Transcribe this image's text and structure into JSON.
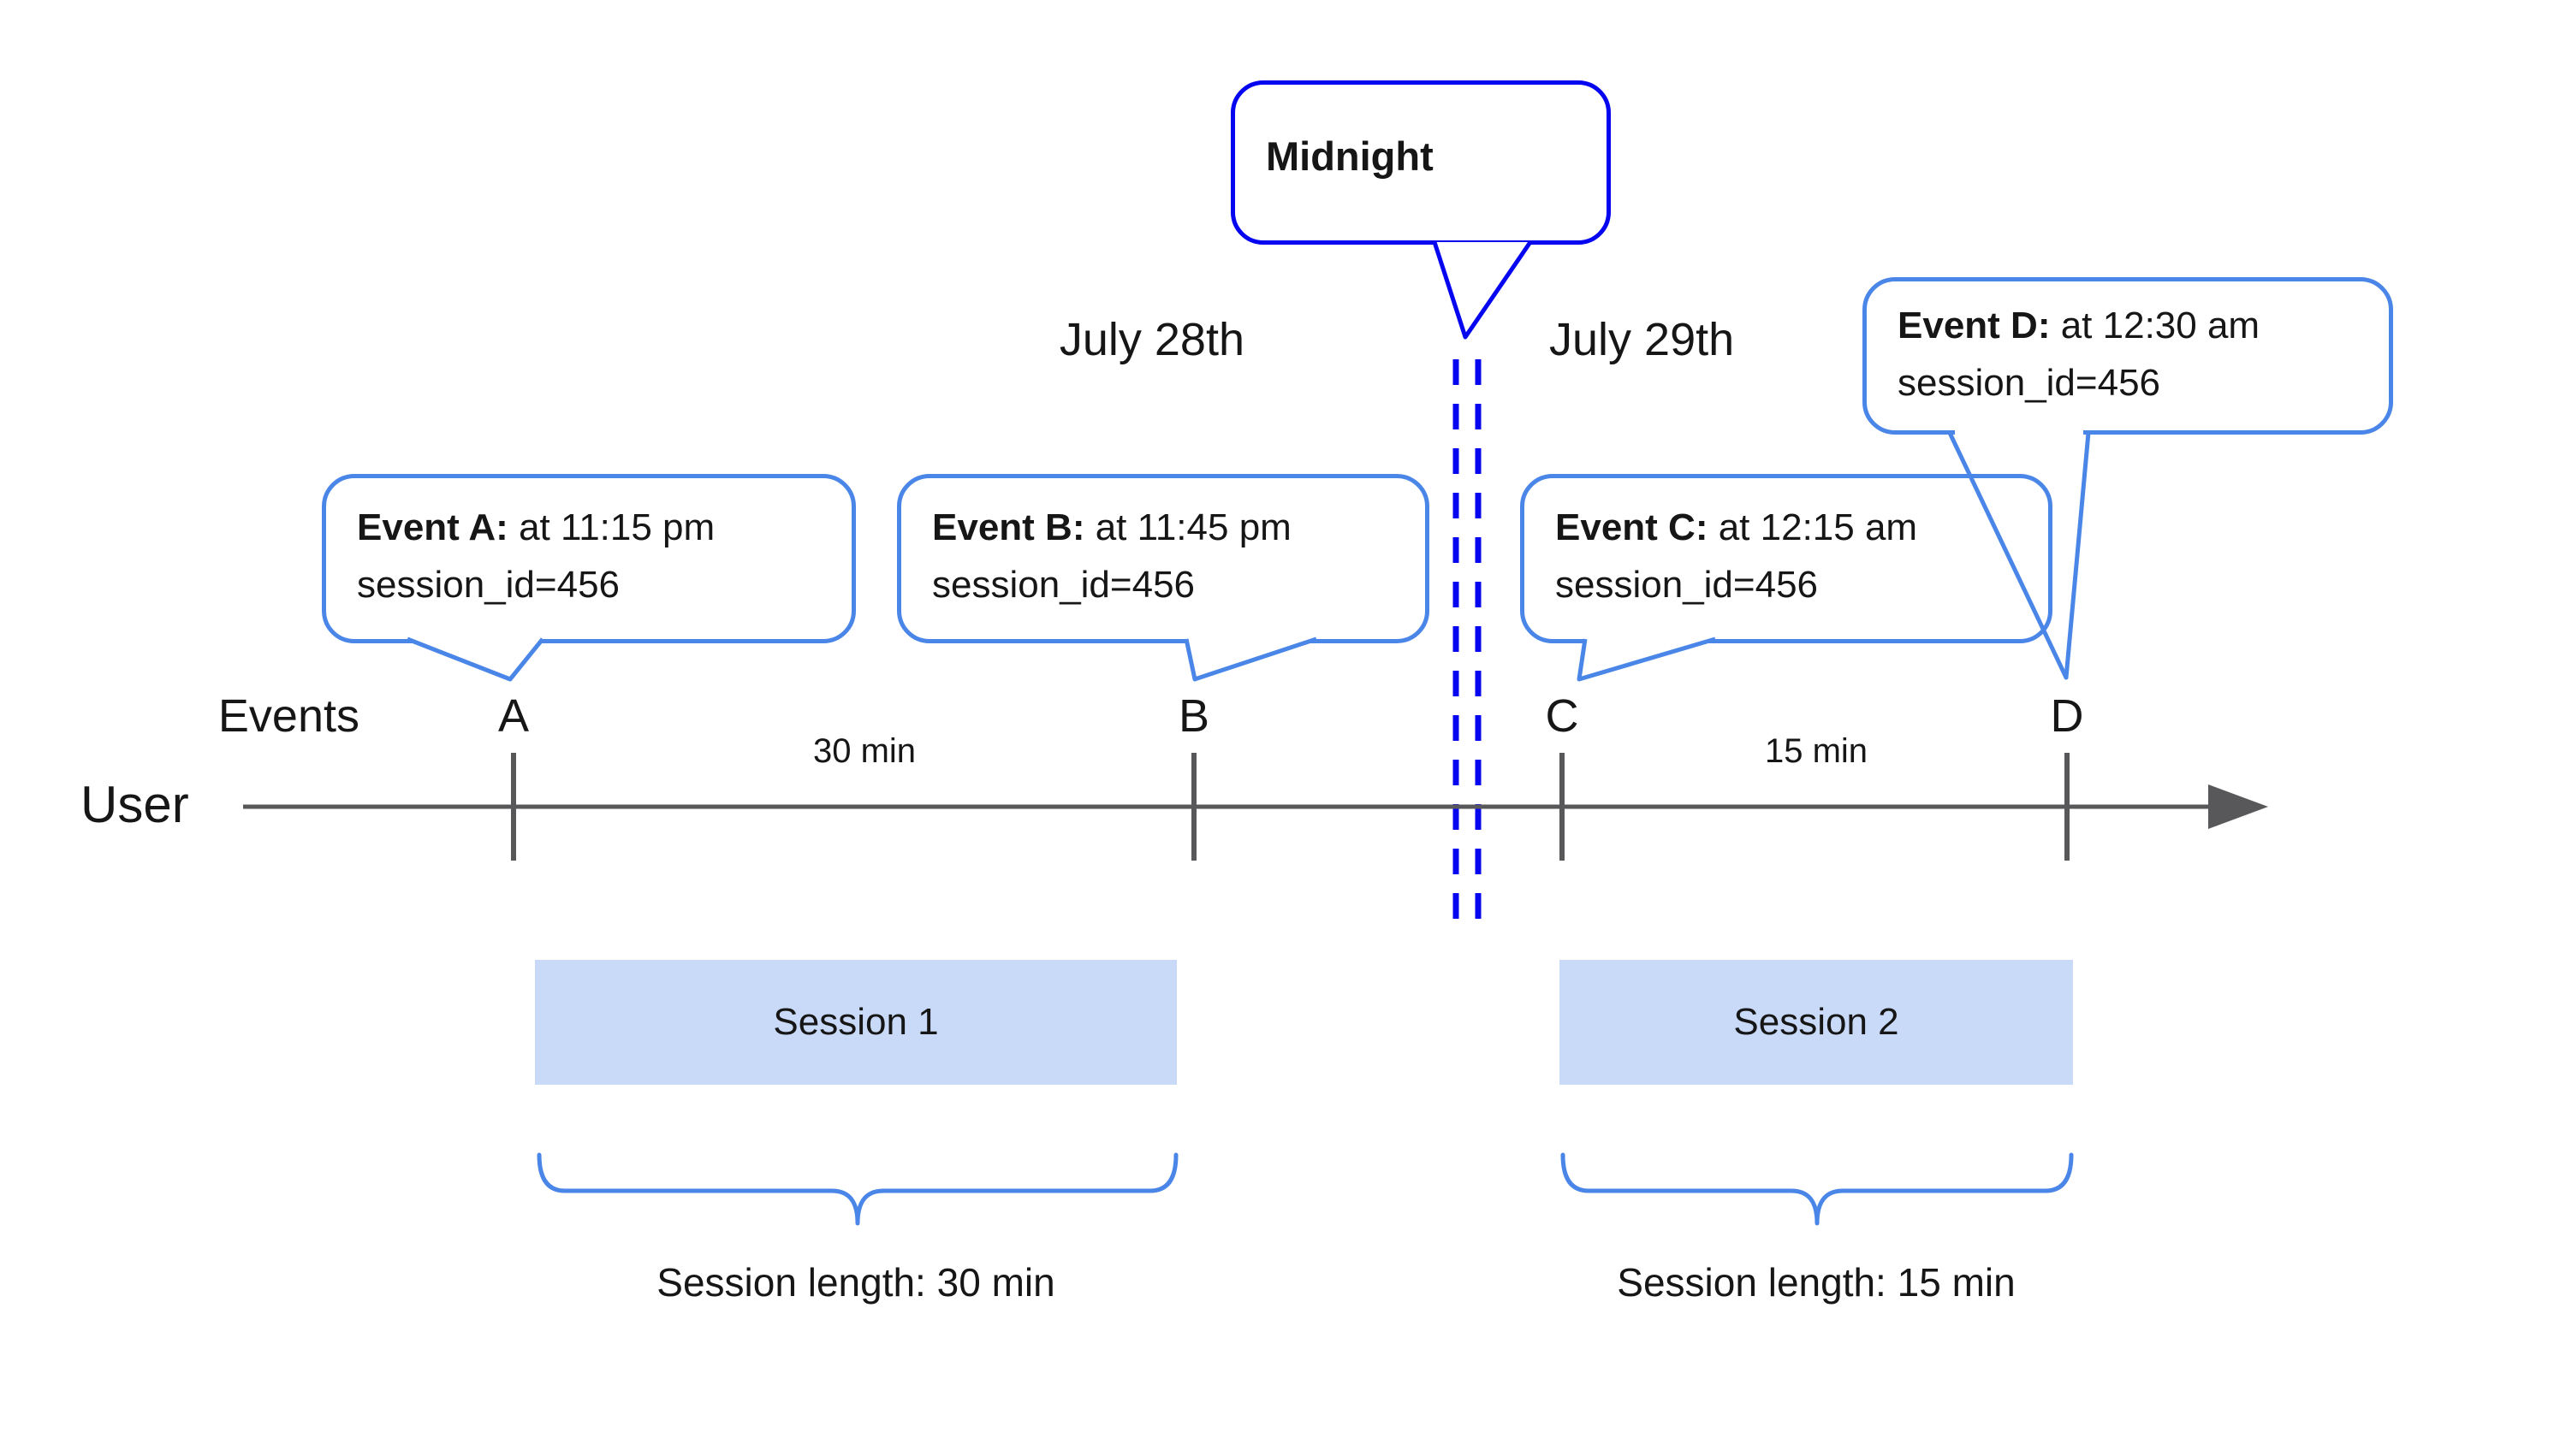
{
  "diagram": {
    "midnight_label": "Midnight",
    "day_before": "July 28th",
    "day_after": "July 29th",
    "events_axis_label": "Events",
    "user_axis_label": "User",
    "events": [
      {
        "letter": "A",
        "title": "Event A:",
        "time": " at 11:15 pm",
        "session": "session_id=456"
      },
      {
        "letter": "B",
        "title": "Event B:",
        "time": " at 11:45 pm",
        "session": "session_id=456"
      },
      {
        "letter": "C",
        "title": "Event C:",
        "time": " at 12:15 am",
        "session": "session_id=456"
      },
      {
        "letter": "D",
        "title": "Event D:",
        "time": " at 12:30 am",
        "session": "session_id=456"
      }
    ],
    "gaps": [
      {
        "label": "30 min"
      },
      {
        "label": "15 min"
      }
    ],
    "sessions": [
      {
        "label": "Session 1",
        "length_label": "Session length: 30 min"
      },
      {
        "label": "Session 2",
        "length_label": "Session length: 15 min"
      }
    ],
    "colors": {
      "accent_blue": "#4a86e8",
      "deep_blue": "#0505f0",
      "line_gray": "#58585a",
      "session_fill": "#c9daf8"
    }
  }
}
